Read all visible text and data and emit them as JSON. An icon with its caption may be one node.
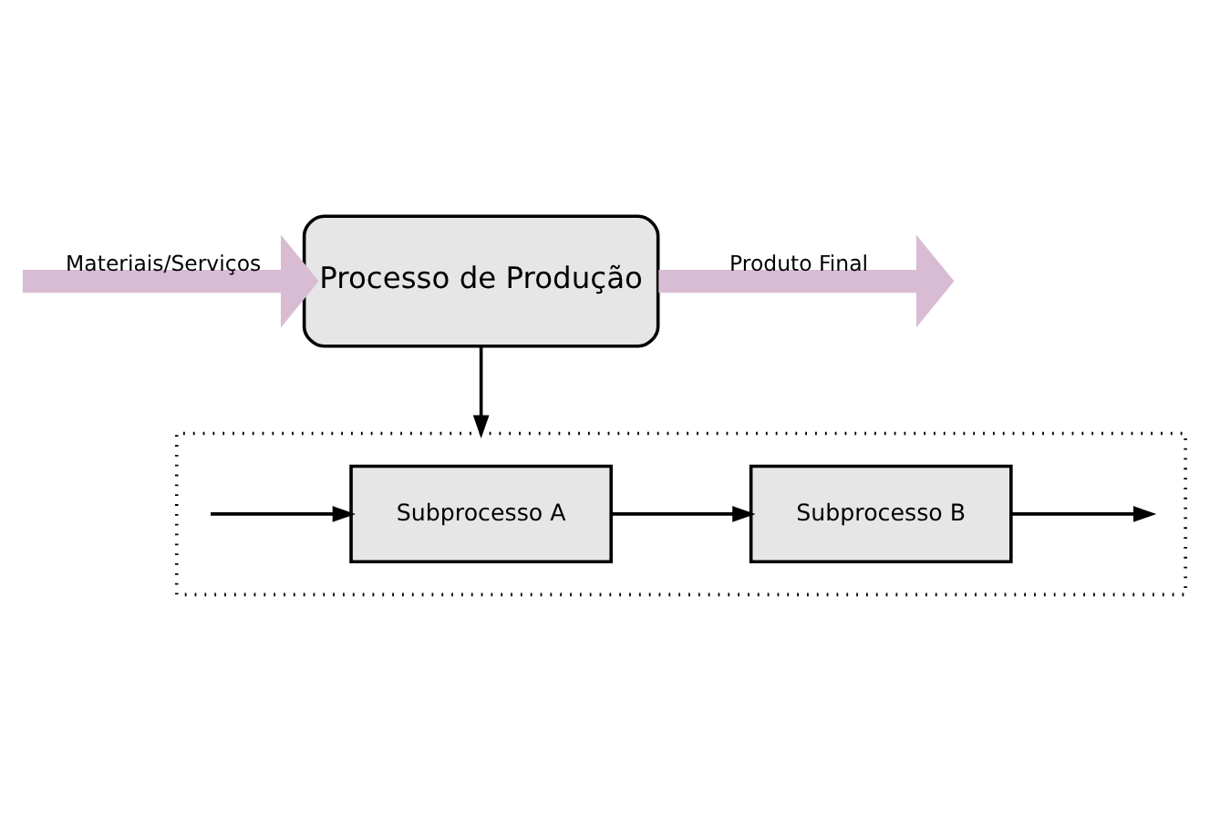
{
  "diagram": {
    "nodes": [
      {
        "text": [
          "Processo de Produção"
        ]
      },
      {
        "text": [],
        "shape": "box"
      },
      {
        "text": [
          "Subprocesso A"
        ],
        "in": 1
      },
      {
        "text": [
          "Subprocesso B"
        ],
        "in": 1
      }
    ],
    "edges": [
      {
        "from": null,
        "to": 0,
        "arrow": "to",
        "label": "Materiais/Serviços",
        "style": "thick",
        "color": "#d8bcd4"
      },
      {
        "from": 0,
        "to": null,
        "arrow": "to",
        "label": "Produto Final",
        "style": "thick",
        "color": "#d8bcd4"
      },
      {
        "from": 0,
        "to": 1,
        "arrow": "to"
      },
      {
        "from": null,
        "to": 2,
        "arrow": "to"
      },
      {
        "from": 2,
        "to": 3,
        "arrow": "to"
      },
      {
        "from": 3,
        "to": null,
        "arrow": "to"
      }
    ]
  }
}
